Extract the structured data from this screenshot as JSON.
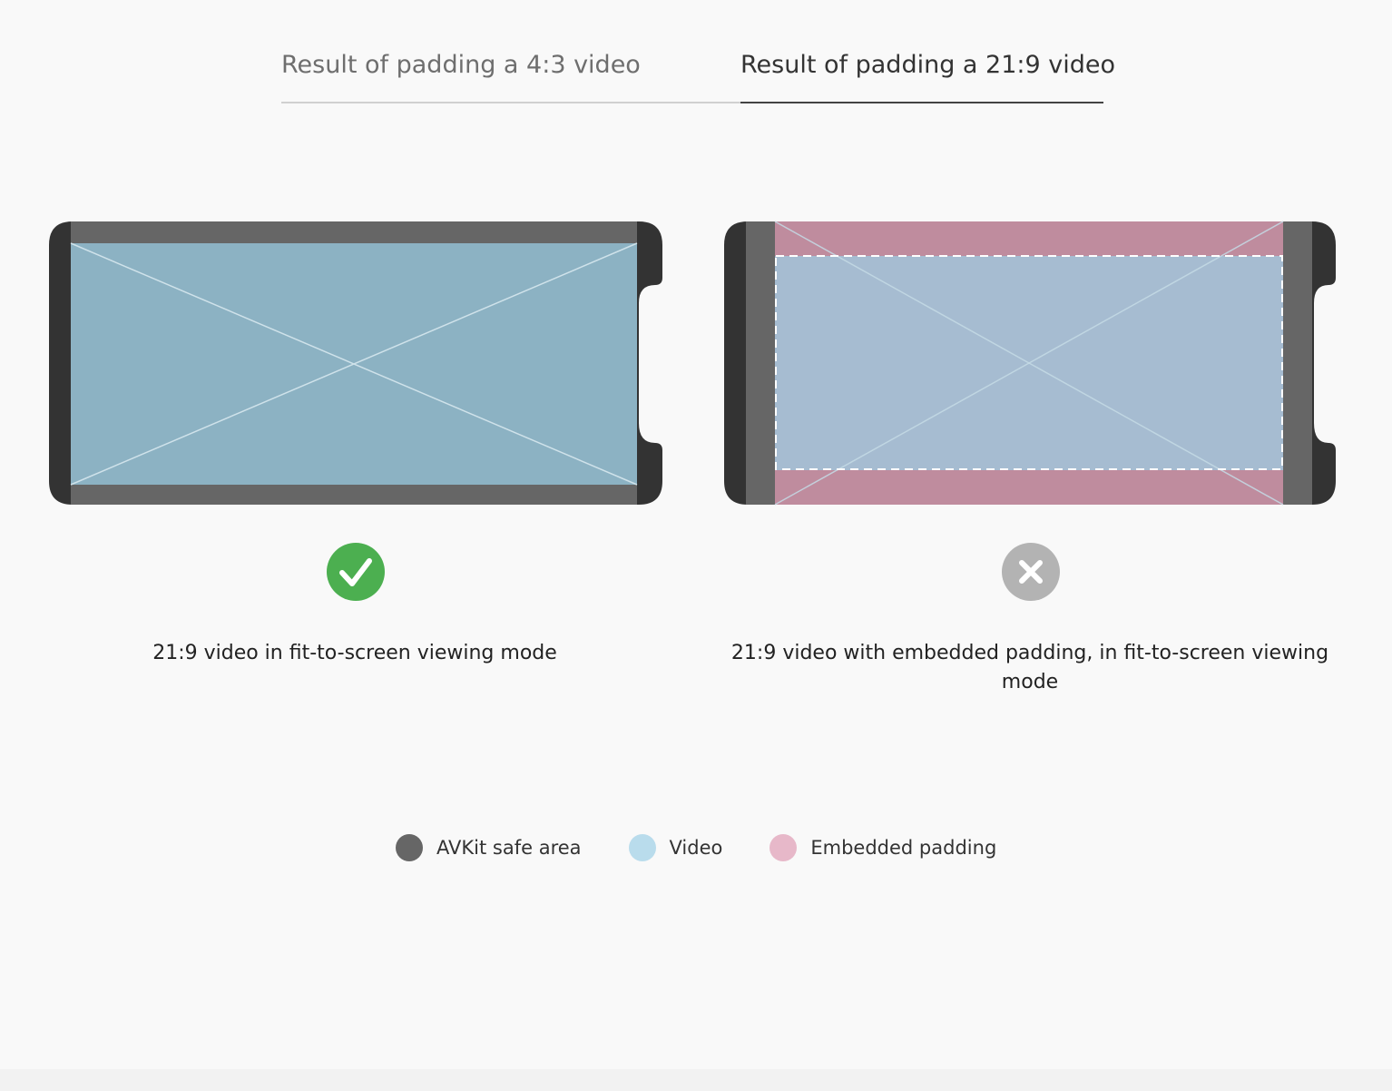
{
  "tabs": [
    {
      "label": "Result of padding a 4:3 video",
      "selected": false
    },
    {
      "label": "Result of padding a 21:9 video",
      "selected": true
    }
  ],
  "colors": {
    "device_frame": "#333333",
    "safe_area": "#666666",
    "video": "#8cb2c3",
    "embedded_padding": "#bf8c9e",
    "padded_video": "#a6bcd1",
    "ok": "#4caf50",
    "bad": "#b3b3b3"
  },
  "panels": [
    {
      "caption": "21:9 video in fit-to-screen viewing mode",
      "status": "check-icon"
    },
    {
      "caption": "21:9 video with embedded padding, in fit-to-screen viewing mode",
      "status": "x-icon"
    }
  ],
  "legend": [
    {
      "label": "AVKit safe area",
      "color": "#666666"
    },
    {
      "label": "Video",
      "color": "#b9dcec"
    },
    {
      "label": "Embedded padding",
      "color": "#e7b8c9"
    }
  ]
}
